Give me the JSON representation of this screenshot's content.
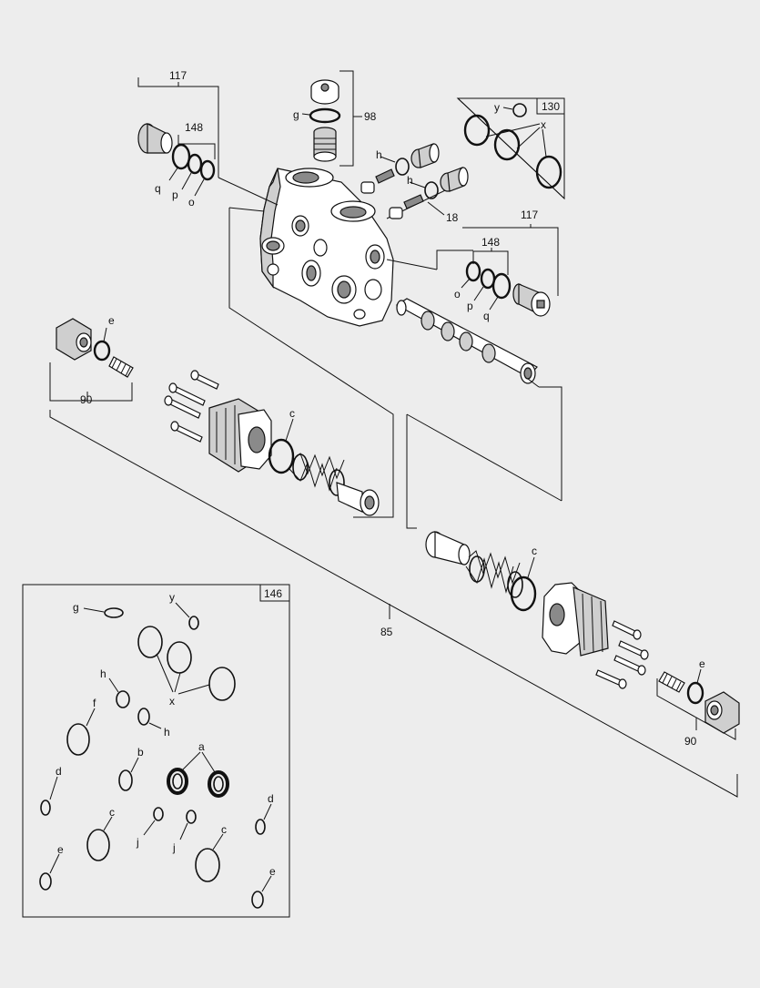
{
  "labels": {
    "l117a": "117",
    "l148a": "148",
    "q1": "q",
    "p1": "p",
    "o1": "o",
    "g1": "g",
    "l98": "98",
    "y1": "y",
    "l130": "130",
    "x1": "x",
    "h1": "h",
    "h2": "h",
    "l18": "18",
    "l117b": "117",
    "l148b": "148",
    "o2": "o",
    "p2": "p",
    "q2": "q",
    "e1": "e",
    "l90a": "90",
    "c1": "c",
    "c2": "c",
    "l85": "85",
    "e2": "e",
    "l90b": "90",
    "l146": "146",
    "g2": "g",
    "y2": "y",
    "x2": "x",
    "h3": "h",
    "h4": "h",
    "f1": "f",
    "b1": "b",
    "a1": "a",
    "d1": "d",
    "d2": "d",
    "c3": "c",
    "c4": "c",
    "j1": "j",
    "j2": "j",
    "e3": "e",
    "e4": "e"
  },
  "colors": {
    "background": "#ededed",
    "line": "#111111",
    "part_fill": "#ffffff",
    "shade": "#cfcfcf"
  }
}
